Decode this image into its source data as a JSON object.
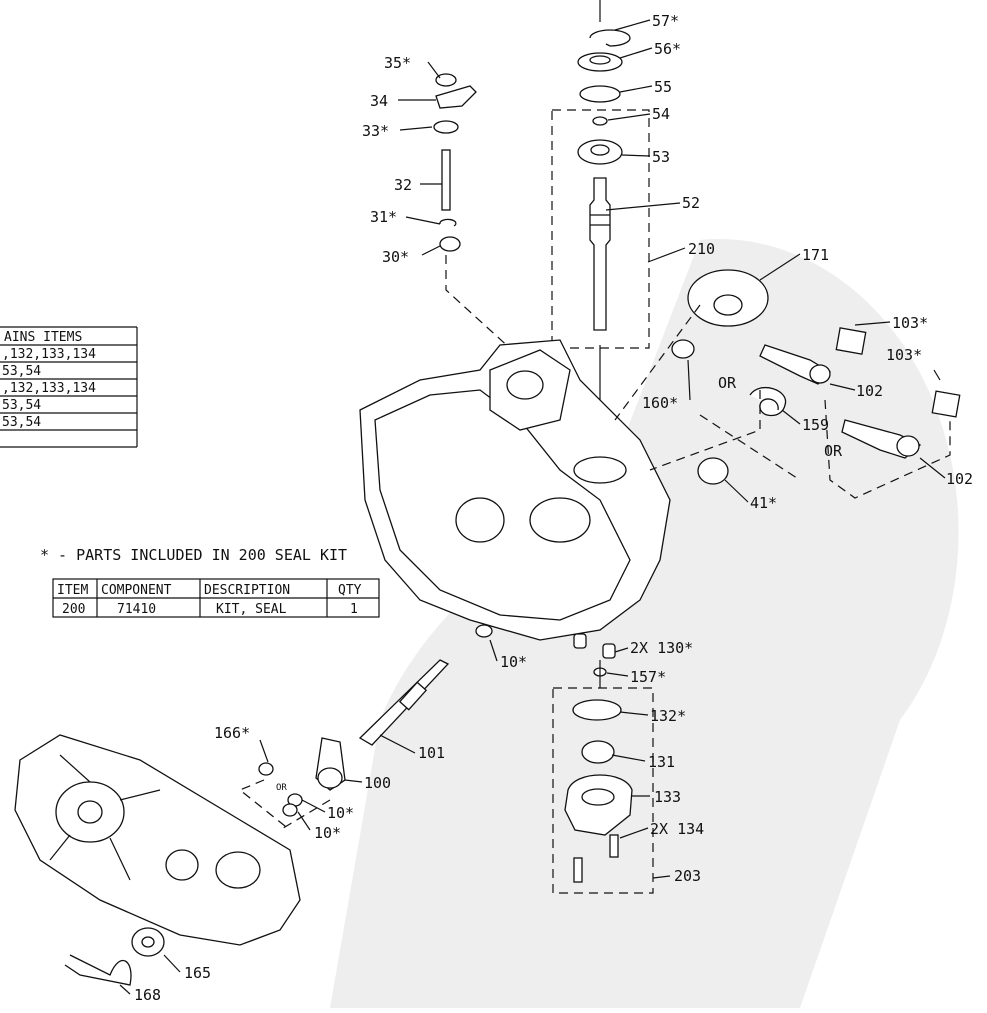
{
  "kit_table_left": {
    "header": "AINS ITEMS",
    "rows": [
      ",132,133,134",
      "53,54",
      ",132,133,134",
      "53,54",
      "53,54"
    ]
  },
  "seal_kit": {
    "note": "* - PARTS INCLUDED IN 200 SEAL KIT",
    "headers": [
      "ITEM",
      "COMPONENT",
      "DESCRIPTION",
      "QTY"
    ],
    "row": [
      "200",
      "71410",
      "KIT, SEAL",
      "1"
    ]
  },
  "callouts": [
    "57*",
    "56*",
    "55",
    "54",
    "53",
    "52",
    "210",
    "171",
    "35*",
    "34",
    "33*",
    "32",
    "31*",
    "30*",
    "103*",
    "103*",
    "102",
    "102",
    "160*",
    "OR",
    "159",
    "OR",
    "41*",
    "10*",
    "2X 130*",
    "157*",
    "132*",
    "131",
    "133",
    "2X 134",
    "203",
    "166*",
    "OR",
    "100",
    "10*",
    "10*",
    "101",
    "165",
    "168"
  ]
}
